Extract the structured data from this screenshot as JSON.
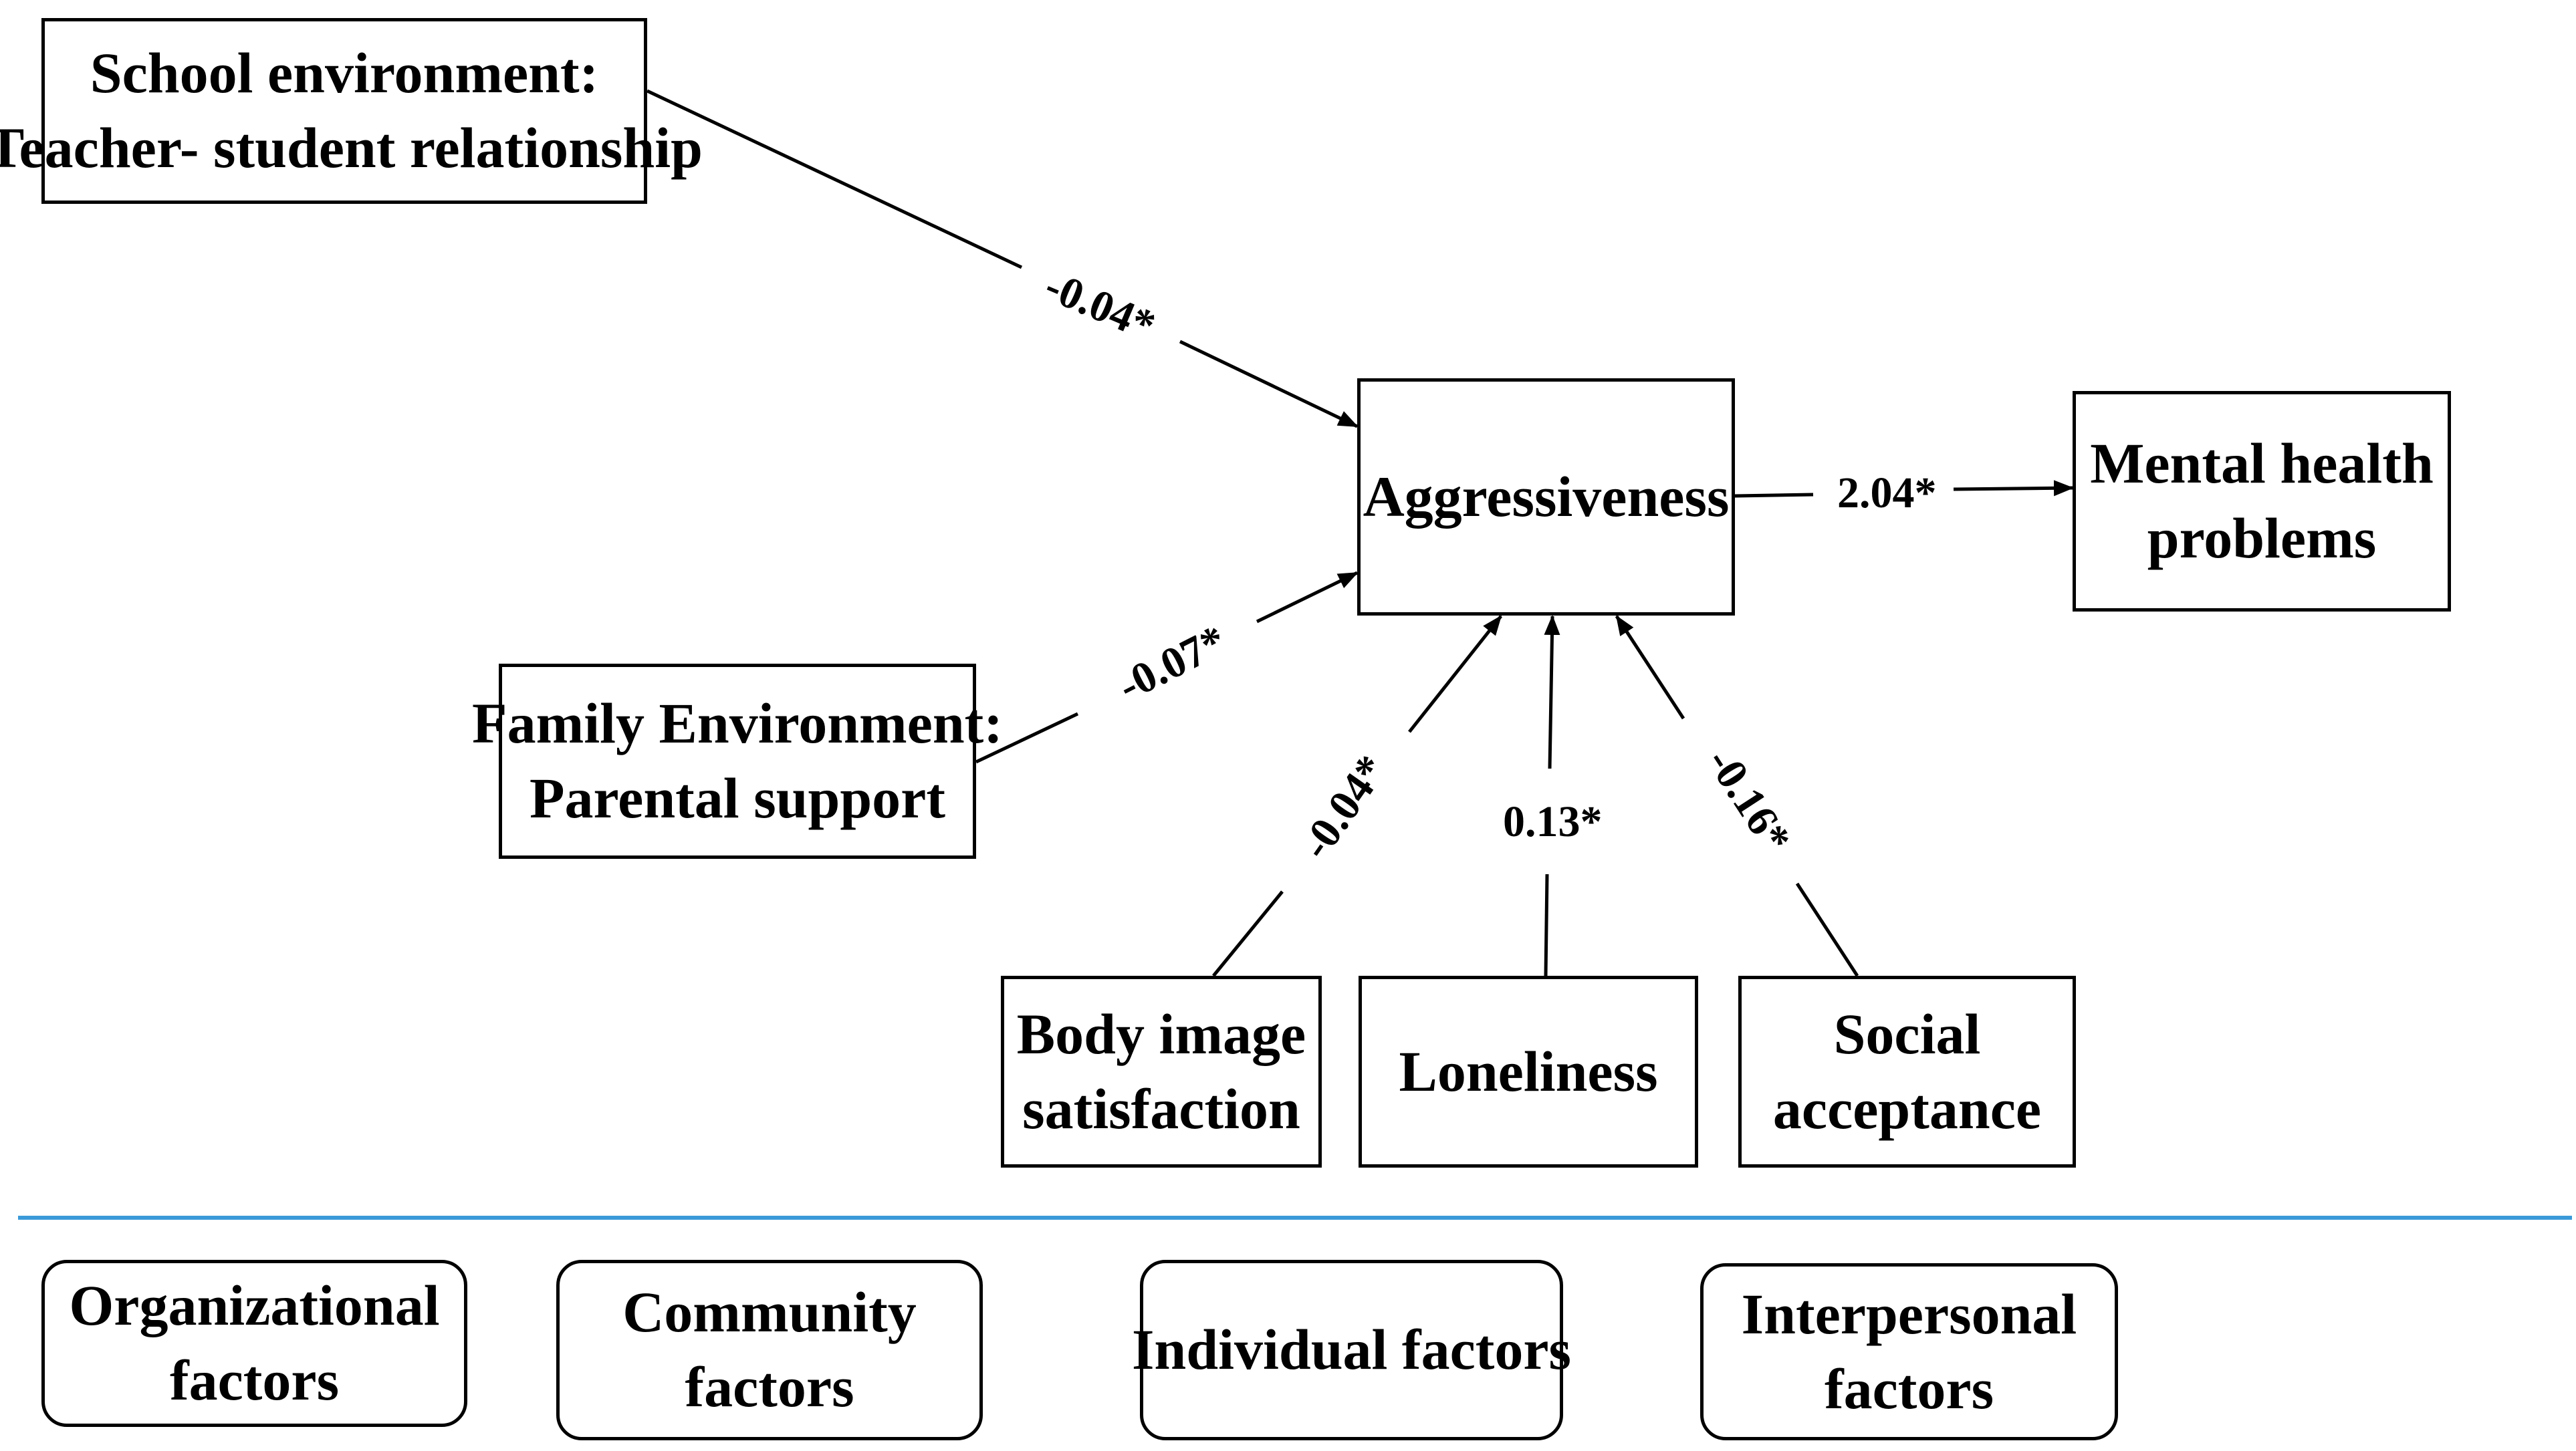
{
  "colors": {
    "line": "#000000",
    "divider": "#3a9ad9",
    "background": "#ffffff"
  },
  "boxes": {
    "school": {
      "line1": "School environment:",
      "line2": "Teacher- student relationship"
    },
    "family": {
      "line1": "Family Environment:",
      "line2": "Parental support"
    },
    "aggressiveness": {
      "line1": "Aggressiveness"
    },
    "mental_health": {
      "line1": "Mental health",
      "line2": "problems"
    },
    "body_image": {
      "line1": "Body image",
      "line2": "satisfaction"
    },
    "loneliness": {
      "line1": "Loneliness"
    },
    "social_acceptance": {
      "line1": "Social",
      "line2": "acceptance"
    }
  },
  "paths": {
    "school_to_aggressiveness": "-0.04*",
    "family_to_aggressiveness": "-0.07*",
    "body_image_to_aggressiveness": "-0.04*",
    "loneliness_to_aggressiveness": "0.13*",
    "social_acceptance_to_aggressiveness": "-0.16*",
    "aggressiveness_to_mental_health": "2.04*"
  },
  "legend": {
    "organizational": {
      "line1": "Organizational",
      "line2": "factors"
    },
    "community": {
      "line1": "Community",
      "line2": "factors"
    },
    "individual": {
      "line1": "Individual factors"
    },
    "interpersonal": {
      "line1": "Interpersonal",
      "line2": "factors"
    }
  }
}
